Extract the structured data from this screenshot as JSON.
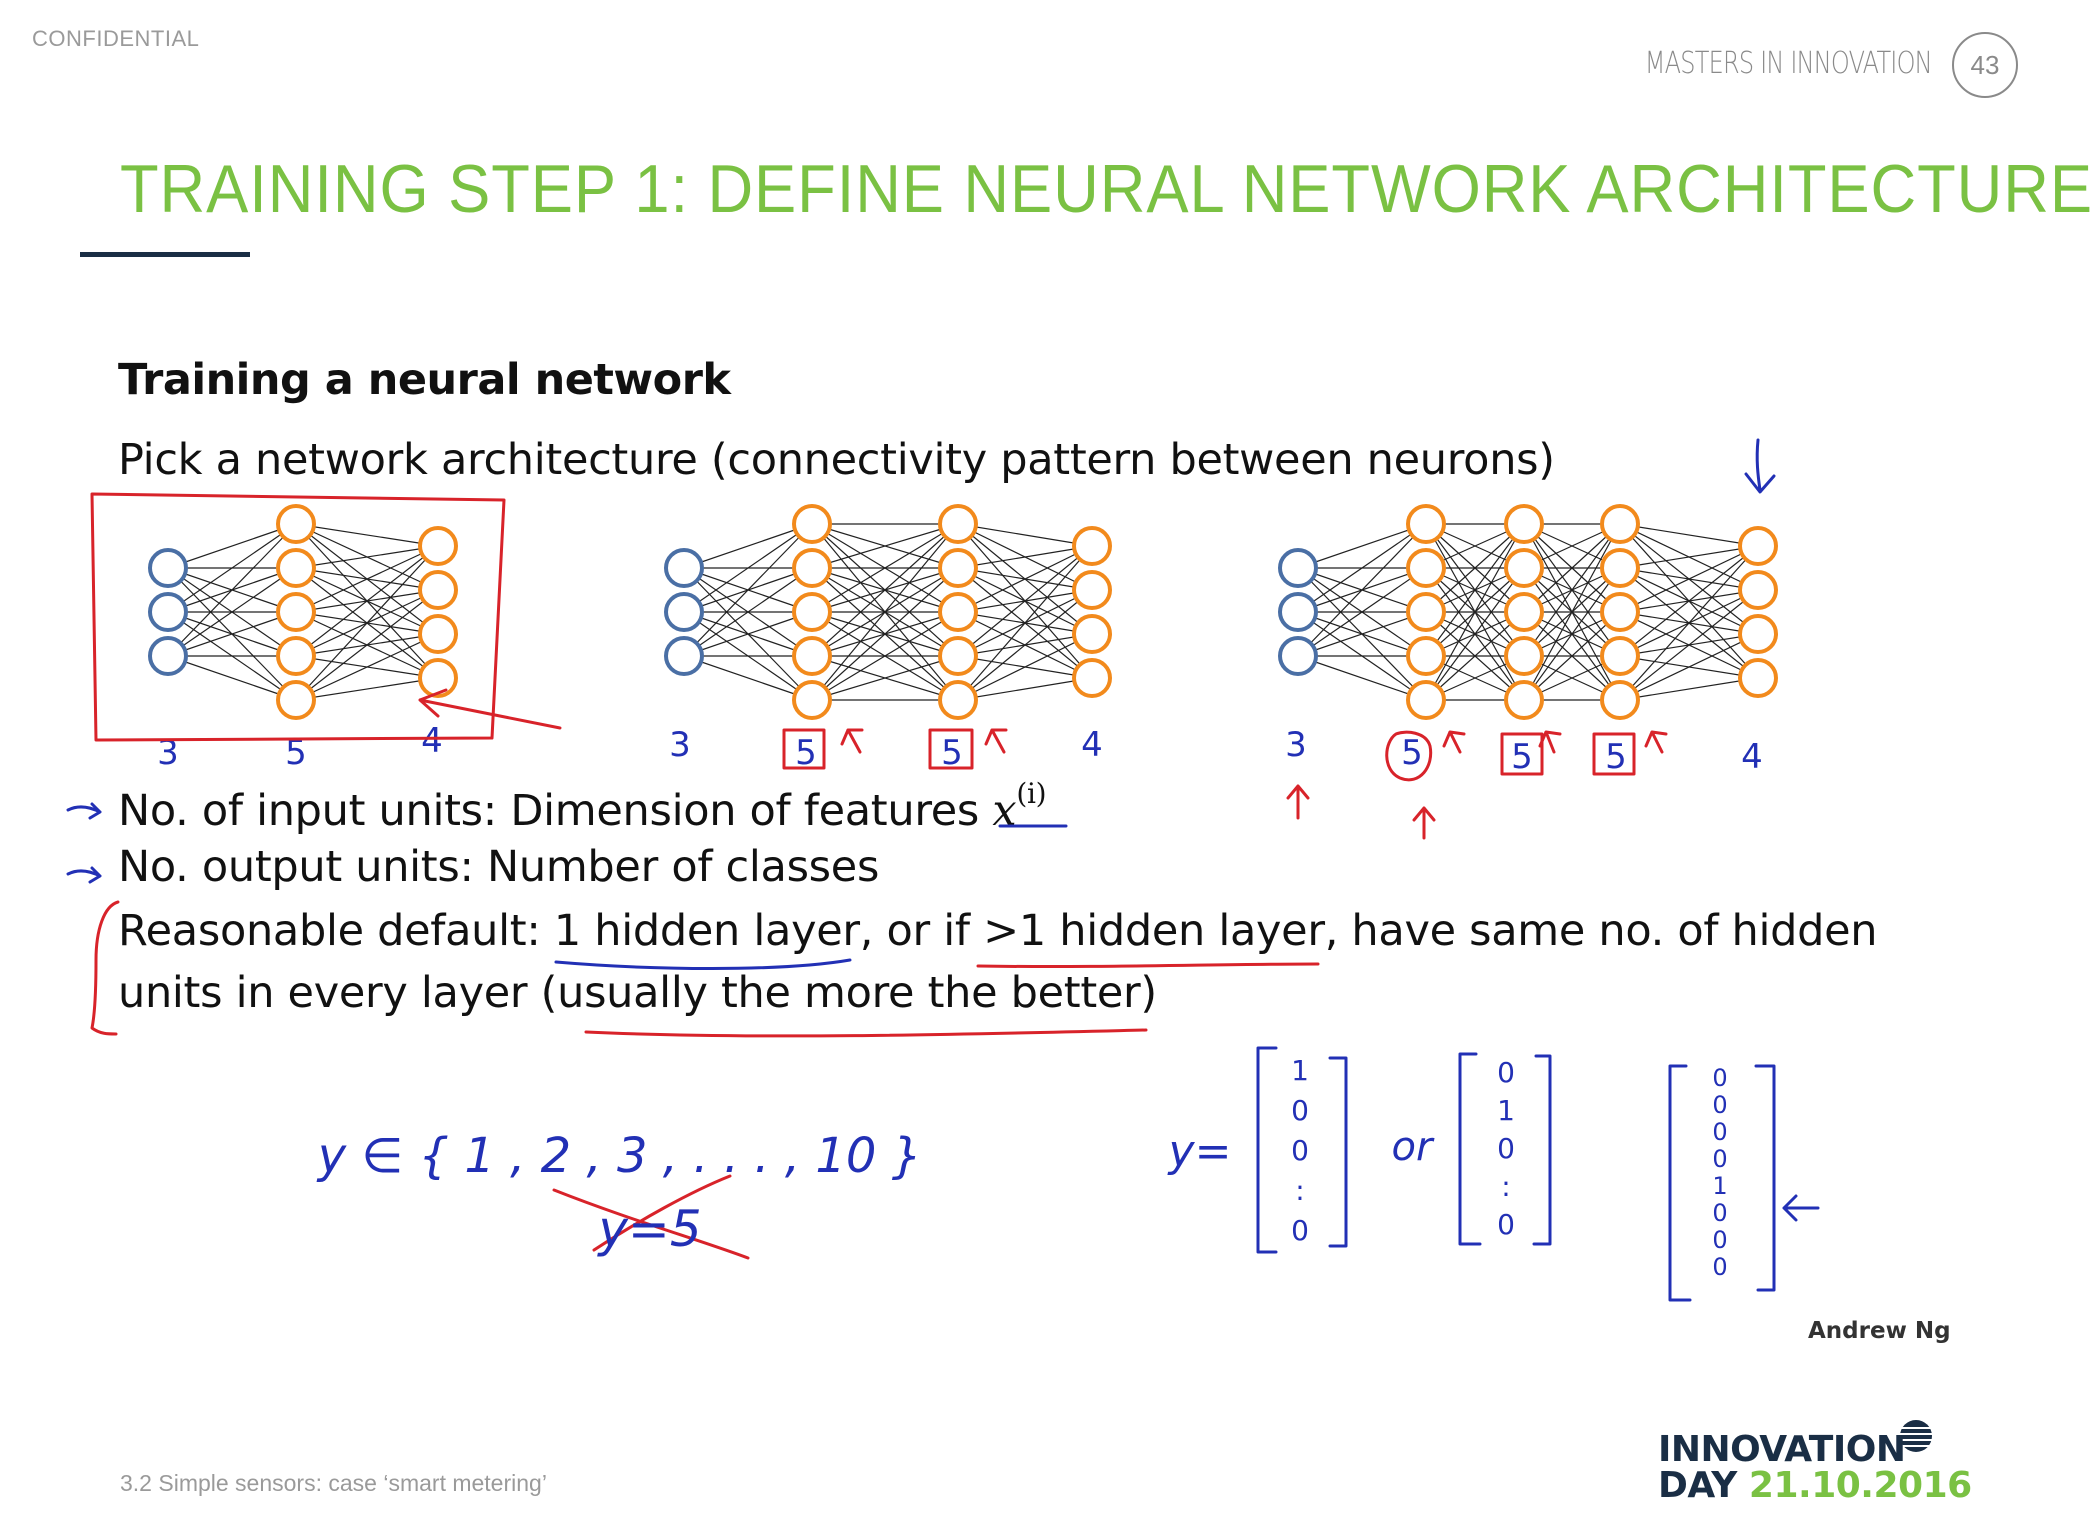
{
  "header": {
    "confidential": "CONFIDENTIAL",
    "brand": "MASTERS IN INNOVATION",
    "page_number": "43"
  },
  "title": "TRAINING STEP 1: DEFINE NEURAL NETWORK ARCHITECTURE",
  "slide": {
    "heading": "Training a neural network",
    "pick": "Pick a network architecture (connectivity pattern between neurons)",
    "input_units": "No. of input units: Dimension of features",
    "feature_symbol": "x",
    "feature_sup": "(i)",
    "output_units": "No. output units: Number of classes",
    "default_line1": "Reasonable default: 1 hidden layer, or if >1 hidden layer, have same no. of hidden",
    "default_line2": "units in every layer (usually the more the better)",
    "credit": "Andrew Ng"
  },
  "networks": [
    {
      "labels": [
        "3",
        "5",
        "4"
      ]
    },
    {
      "labels": [
        "3",
        "5",
        "5",
        "4"
      ]
    },
    {
      "labels": [
        "3",
        "5",
        "5",
        "5",
        "4"
      ]
    }
  ],
  "handwriting": {
    "set": "y ∈ { 1 , 2 , 3 , . . . , 10 }",
    "crossed": "y=5",
    "y_eq": "y=",
    "or": "or",
    "vec1": [
      "1",
      "0",
      "0",
      ":",
      "0"
    ],
    "vec2": [
      "0",
      "1",
      "0",
      ":",
      "0"
    ],
    "vec3": [
      "0",
      "0",
      "0",
      "0",
      "1",
      "0",
      "0",
      "0"
    ]
  },
  "colors": {
    "title_green": "#7ac143",
    "navy": "#1a2e45",
    "input_blue": "#4a6fa5",
    "neuron_orange": "#f28a1c",
    "ink_red": "#d8232a",
    "ink_blue": "#2230b5"
  },
  "footer": {
    "section": "3.2 Simple sensors: case ‘smart metering’",
    "logo_line1": "INNOVATION",
    "logo_line2": "DAY",
    "logo_date": "21.10.2016"
  }
}
